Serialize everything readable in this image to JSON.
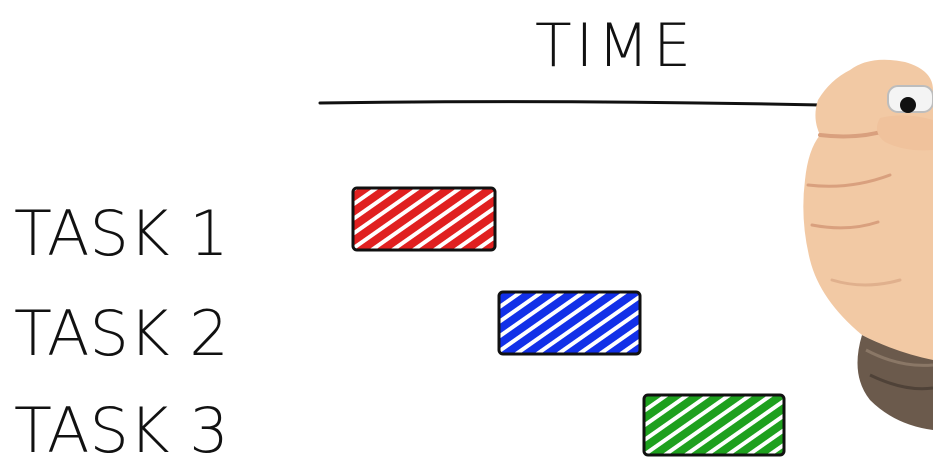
{
  "axis": {
    "label": "TIME"
  },
  "tasks": [
    {
      "label": "TASK 1",
      "color": "#e02020"
    },
    {
      "label": "TASK 2",
      "color": "#1230e8"
    },
    {
      "label": "TASK 3",
      "color": "#1ea01e"
    }
  ],
  "colors": {
    "ink": "#111111",
    "skin": "#f2c9a4",
    "skin_shadow": "#d9a07e",
    "sleeve": "#6b5a4c"
  }
}
